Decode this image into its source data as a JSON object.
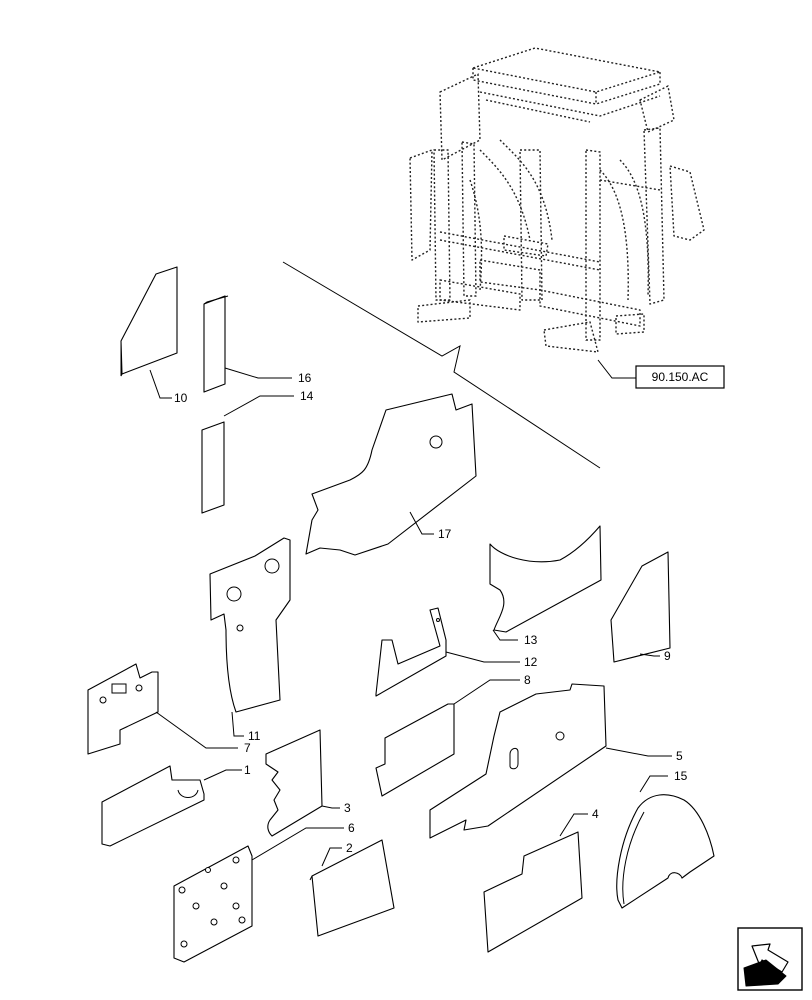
{
  "reference": {
    "label": "90.150.AC"
  },
  "callouts": [
    "1",
    "2",
    "3",
    "4",
    "5",
    "6",
    "7",
    "8",
    "9",
    "10",
    "11",
    "12",
    "13",
    "14",
    "15",
    "16",
    "17"
  ],
  "nav": {
    "icon": "next-page-arrow-icon"
  },
  "colors": {
    "line": "#000000",
    "background": "#ffffff",
    "cab": "#222222"
  }
}
